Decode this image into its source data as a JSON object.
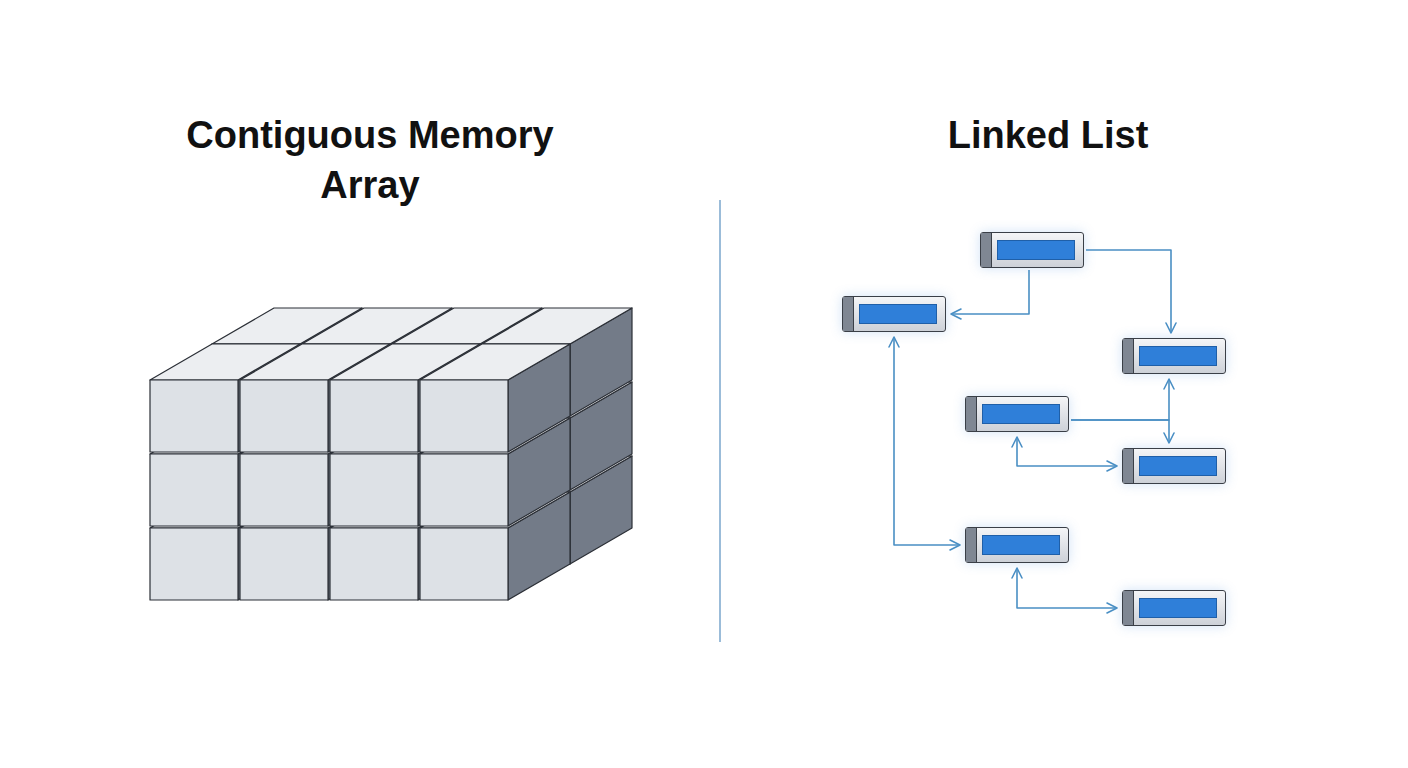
{
  "diagram": {
    "nodes": [
      {
        "text": []
      },
      {
        "text": []
      },
      {
        "text": []
      },
      {
        "text": []
      },
      {
        "text": []
      },
      {
        "text": []
      },
      {
        "text": []
      }
    ],
    "edges": [
      {
        "from": 0,
        "to": 2,
        "arrow": "to"
      },
      {
        "from": 0,
        "to": 1,
        "arrow": "to"
      },
      {
        "from": 3,
        "to": 2,
        "arrow": "to"
      },
      {
        "from": 3,
        "to": 4,
        "arrow": "to"
      },
      {
        "from": 3,
        "to": 4,
        "arrow": "both"
      },
      {
        "from": 1,
        "to": 5,
        "arrow": "both"
      },
      {
        "from": 5,
        "to": 6,
        "arrow": "both"
      }
    ],
    "labels": [
      "Contiguous Memory Array",
      "Linked List"
    ]
  }
}
